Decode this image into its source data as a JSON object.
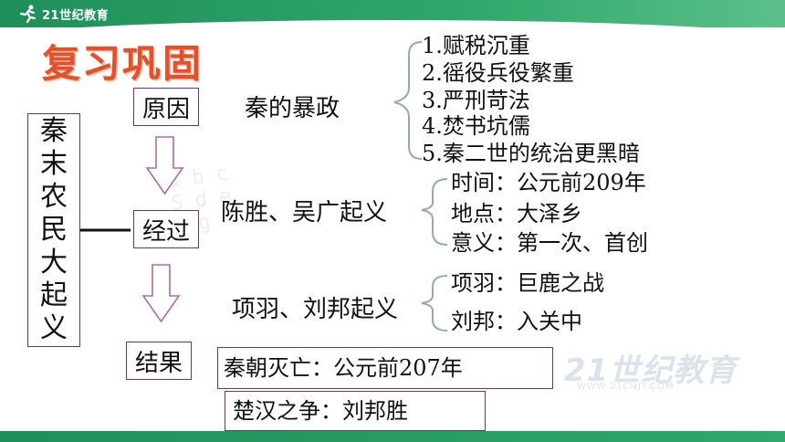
{
  "header": {
    "logo_text": "21世纪教育"
  },
  "watermark": {
    "big": "21世纪教育",
    "small": "WWW.21CNJY.COM"
  },
  "title": "复习巩固",
  "topic_vertical": [
    "秦",
    "末",
    "农",
    "民",
    "大",
    "起",
    "义"
  ],
  "stages": {
    "cause": "原因",
    "process": "经过",
    "result": "结果"
  },
  "cause": {
    "heading": "秦的暴政",
    "items": [
      "1.赋税沉重",
      "2.徭役兵役繁重",
      "3.严刑苛法",
      "4.焚书坑儒",
      "5.秦二世的统治更黑暗"
    ]
  },
  "uprising1": {
    "heading": "陈胜、吴广起义",
    "items": [
      "时间：公元前209年",
      "地点：大泽乡",
      "意义：第一次、首创"
    ]
  },
  "uprising2": {
    "heading": "项羽、刘邦起义",
    "items": [
      "项羽：巨鹿之战",
      "刘邦：入关中"
    ]
  },
  "results": [
    "秦朝灭亡：公元前207年",
    "楚汉之争：刘邦胜"
  ],
  "colors": {
    "accent_green": "#2fa86a",
    "title_orange": "#e0522e",
    "box_border": "#7a2e6a",
    "arrow": "#b06aa8",
    "brace": "#8fa8c8"
  }
}
